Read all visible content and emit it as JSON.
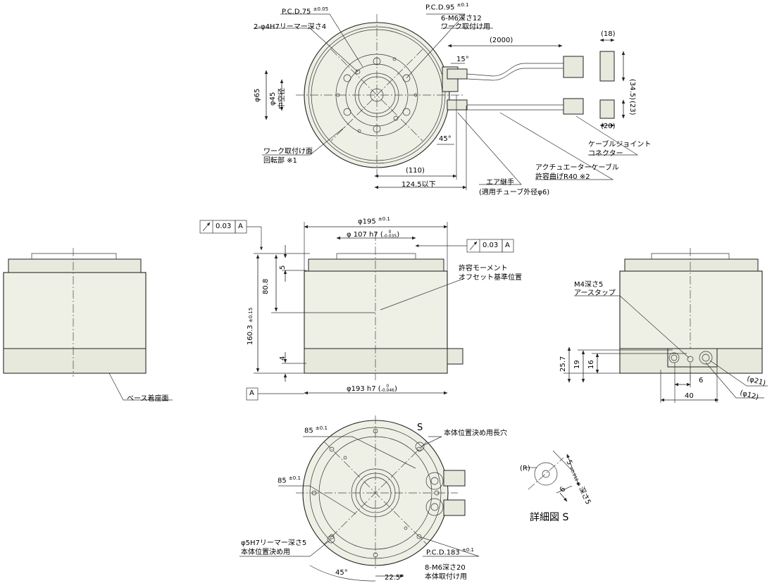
{
  "top_view": {
    "pcd75": "P.C.D.75",
    "pcd75_tol": "±0.05",
    "pcd95": "P.C.D.95",
    "pcd95_tol": "±0.1",
    "reamer_holes": "2-φ4H7リーマー深さ4",
    "m6_holes": "6-M6深さ12",
    "m6_holes_use": "ワーク取付け用",
    "cable_len": "(2000)",
    "angle15": "15°",
    "angle45": "45°",
    "dia65": "φ65",
    "dia45": "φ45",
    "hollow": "中空径",
    "work_face": "ワーク取付け面",
    "rotor": "回転部 ※1",
    "dim110": "(110)",
    "dim124": "124.5以下",
    "air_joint": "エア継手",
    "air_tube": "(適用チューブ外径φ6)",
    "act_cable": "アクチュエーターケーブル",
    "act_bend": "許容曲げR40 ※2",
    "joint_cable": "ケーブルジョイント",
    "joint_conn": "コネクター",
    "c18": "(18)",
    "c345": "(34.5)",
    "c23": "(23)",
    "c20": "(20)"
  },
  "front_view": {
    "runout1": "0.03",
    "datum_a": "A",
    "runout2": "0.03",
    "d195": "φ195",
    "d195_tol": "±0.1",
    "d107": "φ 107 h7",
    "d107_up": "0",
    "d107_lo": "-0.035",
    "h5": "5",
    "h808": "80.8",
    "h1603": "160.3",
    "h1603_tol": "±0.15",
    "h4": "4",
    "moment": "許容モーメント",
    "offset": "オフセット基準位置",
    "d193": "φ193 h7",
    "d193_up": "0",
    "d193_lo": "-0.046",
    "base_face": "ベース着座面"
  },
  "side_view": {
    "m4": "M4深さ5",
    "earth": "アースタップ",
    "h257": "25.7",
    "h19": "19",
    "h16": "16",
    "w6": "6",
    "w40": "40",
    "d21": "(φ21)",
    "d12": "(φ12)"
  },
  "bottom_view": {
    "s": "S",
    "pos_slot": "本体位置決め用長穴",
    "d85a": "85",
    "d85a_tol": "±0.1",
    "d85b": "85",
    "d85b_tol": "±0.1",
    "ream5": "φ5H7リーマー深さ5",
    "ream5_use": "本体位置決め用",
    "pcd183": "P.C.D.183",
    "pcd183_tol": "±0.1",
    "m6_20": "8-M6深さ20",
    "m6_20_use": "本体取付け用",
    "a45": "45°",
    "a225": "22.5°"
  },
  "detail_s": {
    "r": "(R)",
    "w5": "5",
    "w5_up": "+0.012",
    "w5_lo": "0",
    "depth": "深さ5",
    "six": "6",
    "title": "詳細図 S"
  }
}
